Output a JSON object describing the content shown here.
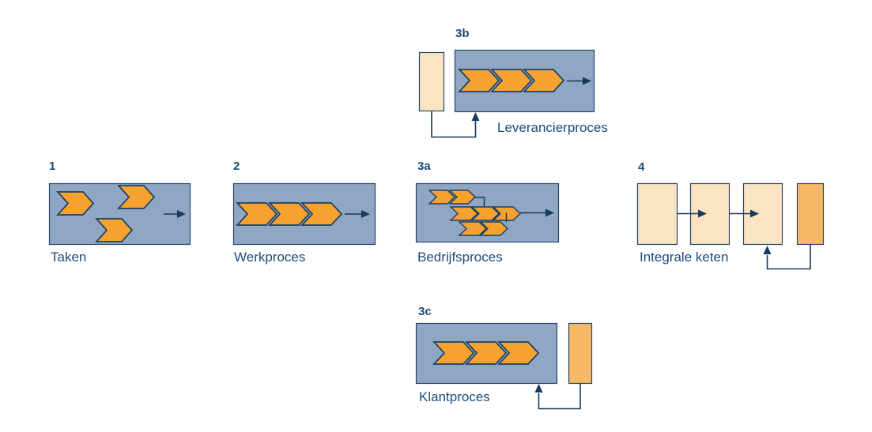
{
  "diagram": {
    "language": "nl",
    "groups": {
      "taken": {
        "number": "1",
        "label": "Taken"
      },
      "werkproces": {
        "number": "2",
        "label": "Werkproces"
      },
      "bedrijfsproces": {
        "number": "3a",
        "label": "Bedrijfsproces"
      },
      "leverancierproces": {
        "number": "3b",
        "label": "Leverancierproces"
      },
      "klantproces": {
        "number": "3c",
        "label": "Klantproces"
      },
      "integrale_keten": {
        "number": "4",
        "label": "Integrale keten"
      }
    },
    "icons": {
      "chevron": "chevron-process-arrow-icon",
      "flow_arrow": "flow-arrow-icon",
      "feedback_arrow": "feedback-connector-arrow-icon"
    },
    "colors": {
      "background": "#ffffff",
      "box_fill": "#8fa7c2",
      "box_border": "#26456a",
      "chevron_fill": "#f6a22f",
      "chevron_border": "#1d3f64",
      "pale_fill": "#fce3c1",
      "accent_fill": "#f9b866",
      "line": "#17395f",
      "text": "#1c4a78"
    }
  }
}
